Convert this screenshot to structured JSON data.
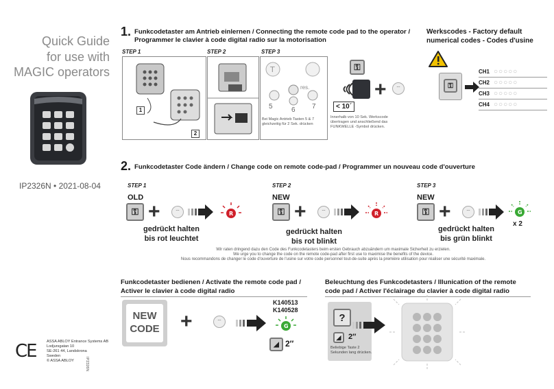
{
  "cover": {
    "line1": "Quick Guide",
    "line2": "for use with",
    "line3": "MAGIC operators",
    "doc_id": "IP2326N • 2021-08-04"
  },
  "footer": {
    "ce": "CE",
    "company": "ASSA ABLOY Entrance Systems AB",
    "street": "Lodjursgatan 10",
    "city": "SE-261 44, Landskrona",
    "country": "Sweden",
    "copyright": "© ASSA ABLOY",
    "vertical_id": "IP2326N"
  },
  "section1": {
    "number": "1.",
    "title_a": "Funkcodetaster am Antrieb einlernen / Connecting the remote code pad to the operator /",
    "title_b": "Programmer le clavier à code digital radio sur la motorisation",
    "step1": "STEP 1",
    "step2": "STEP 2",
    "step3": "STEP 3",
    "s1_num1": "1",
    "s1_num2": "2",
    "res": "res.",
    "digits": [
      "5",
      "6",
      "7"
    ],
    "step3_note": "Bei Magic Antrieb Tasten 5 & 7 gleichzeitig für 2 Sek. drücken",
    "timer": "< 10´",
    "timer_note": "Innerhalb von 10 Sek. Werkscode übertragen und anschließend das FUNKWELLE -Symbol drücken."
  },
  "factory": {
    "title_a": "Werkscodes - Factory default",
    "title_b": "numerical codes - Codes d'usine",
    "channels": [
      "CH1",
      "CH2",
      "CH3",
      "CH4"
    ],
    "warning_color": "#f2c200"
  },
  "section2": {
    "number": "2.",
    "title": "Funkcodetaster Code ändern / Change code on remote code-pad / Programmer un nouveau code d'ouverture",
    "step1": "STEP 1",
    "step2": "STEP 2",
    "step3": "STEP 3",
    "old": "OLD",
    "new": "NEW",
    "hold1_a": "gedrückt halten",
    "hold1_b": "bis rot leuchtet",
    "hold2_a": "gedrückt halten",
    "hold2_b": "bis rot blinkt",
    "hold3_a": "gedrückt halten",
    "hold3_b": "bis grün blinkt",
    "times": "x 2",
    "note_de": "Wir raten dringend dazu den Code des Funkcodetasters beim ersten Gebrauch abzuändern um maximale Sicherheit zu erzielen.",
    "note_en": "We urge you to change the code on the remote code-pad after first use to maximise the benefits of the device.",
    "note_fr": "Nous recommandons de changer le code d'ouverture de l'usine sur votre code personnel tout-de-suite après la première utilisation pour réaliser une sécurité maximale.",
    "red_color": "#d0202a",
    "green_color": "#3aa935"
  },
  "activate": {
    "title_a": "Funkcodetaster bedienen / Activate the remote code pad /",
    "title_b": "Activer le clavier à code digital radio",
    "code_a": "NEW",
    "code_b": "CODE",
    "k1": "K140513",
    "k2": "K140528",
    "duration": "2″"
  },
  "illum": {
    "title_a": "Beleuchtung des Funkcodetasters / Illunication of the remote",
    "title_b": "code pad / Activer l'éclairage du clavier à code digital radio",
    "question": "?",
    "duration": "2″",
    "note": "Beliebige Taste 2 Sekunden lang drücken."
  }
}
